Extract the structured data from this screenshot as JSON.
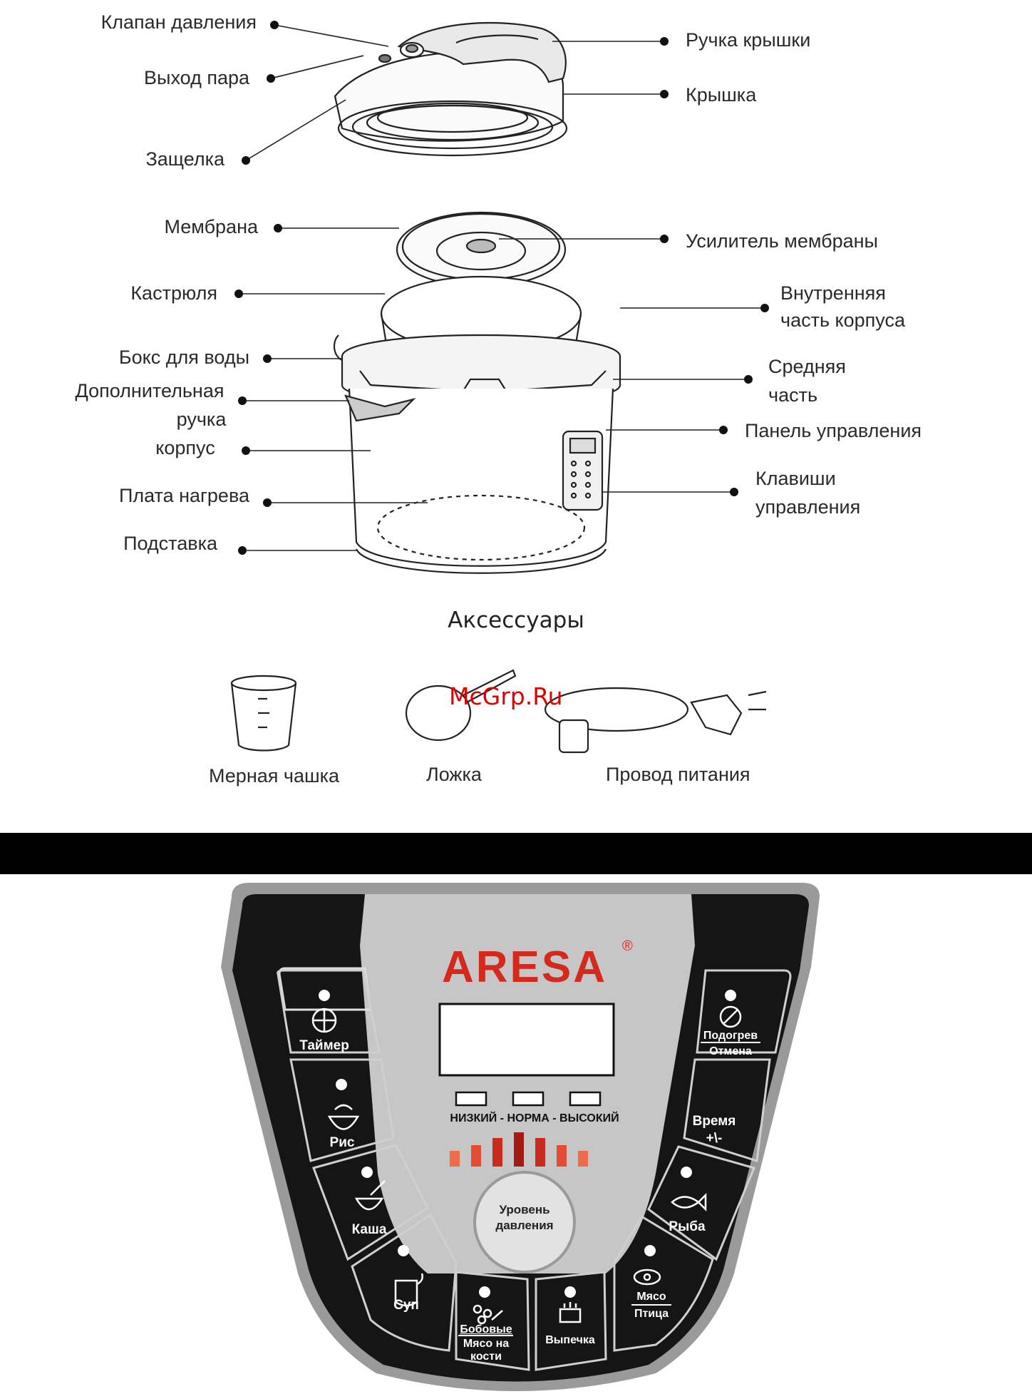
{
  "diagram": {
    "labels": {
      "pressure_valve": "Клапан давления",
      "steam_outlet": "Выход пара",
      "latch": "Защелка",
      "lid_handle": "Ручка крышки",
      "lid": "Крышка",
      "membrane": "Мембрана",
      "membrane_amplifier": "Усилитель мембраны",
      "pot": "Кастрюля",
      "inner_body_1": "Внутренняя",
      "inner_body_2": "часть корпуса",
      "water_box": "Бокс для воды",
      "middle_1": "Средняя",
      "middle_2": "часть",
      "extra_handle_1": "Дополнительная",
      "extra_handle_2": "ручка",
      "body": "корпус",
      "control_panel": "Панель управления",
      "heating_plate": "Плата нагрева",
      "control_keys_1": "Клавиши",
      "control_keys_2": "управления",
      "stand": "Подставка"
    },
    "accessories_title": "Аксессуары",
    "accessories": {
      "cup": "Мерная чашка",
      "spoon": "Ложка",
      "cord": "Провод питания"
    },
    "watermark": "McGrp.Ru"
  },
  "panel": {
    "brand": "ARESA",
    "brand_mark": "®",
    "brand_color": "#d42a1e",
    "pressure_levels": "НИЗКИЙ - НОРМА - ВЫСОКИЙ",
    "pressure_bar_colors": [
      "#f06a4c",
      "#e34d35",
      "#c72c1f",
      "#a31b15",
      "#c72c1f",
      "#e34d35",
      "#f06a4c"
    ],
    "pressure_button_1": "Уровень",
    "pressure_button_2": "давления",
    "buttons": {
      "timer": "Таймер",
      "rice": "Рис",
      "porridge": "Каша",
      "soup": "Суп",
      "beans": "Бобовые",
      "meat_bone_1": "Мясо на",
      "meat_bone_2": "кости",
      "baking": "Выпечка",
      "meat": "Мясо",
      "poultry": "Птица",
      "fish": "Рыба",
      "time_1": "Время",
      "time_2": "+\\-",
      "warm": "Подогрев",
      "cancel": "Отмена"
    }
  }
}
